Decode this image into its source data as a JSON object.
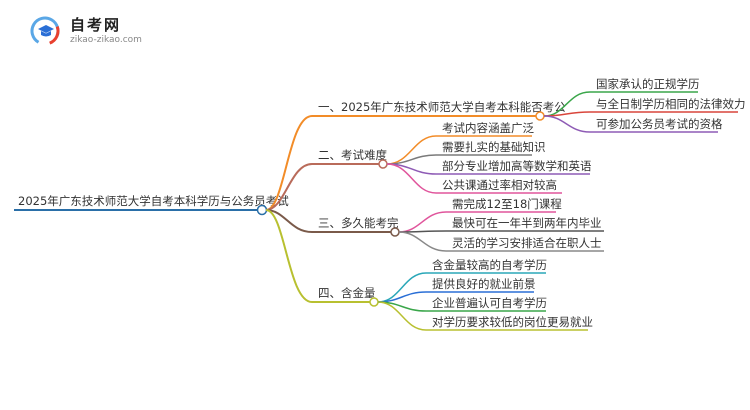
{
  "logo": {
    "title": "自考网",
    "url": "zikao-zikao.com",
    "colors": {
      "blue": "#2a6fd6",
      "light_blue": "#5aa7e6",
      "red": "#e8402f"
    }
  },
  "mindmap": {
    "root": "2025年广东技术师范大学自考本科学历与公务员考试",
    "branches": [
      {
        "label": "一、2025年广东技术师范大学自考本科能否考公",
        "color": "#f28c28",
        "children": [
          {
            "label": "国家承认的正规学历",
            "color": "#3aa64a"
          },
          {
            "label": "与全日制学历相同的法律效力",
            "color": "#d9453b"
          },
          {
            "label": "可参加公务员考试的资格",
            "color": "#8e5bb5"
          }
        ]
      },
      {
        "label": "二、考试难度",
        "color": "#b96b5a",
        "children": [
          {
            "label": "考试内容涵盖广泛",
            "color": "#f28c28"
          },
          {
            "label": "需要扎实的基础知识",
            "color": "#7a7a7a"
          },
          {
            "label": "部分专业增加高等数学和英语",
            "color": "#8e5bb5"
          },
          {
            "label": "公共课通过率相对较高",
            "color": "#e0559c"
          }
        ]
      },
      {
        "label": "三、多久能考完",
        "color": "#7a5a4a",
        "children": [
          {
            "label": "需完成12至18门课程",
            "color": "#e0559c"
          },
          {
            "label": "最快可在一年半到两年内毕业",
            "color": "#555555"
          },
          {
            "label": "灵活的学习安排适合在职人士",
            "color": "#888888"
          }
        ]
      },
      {
        "label": "四、含金量",
        "color": "#b8c030",
        "children": [
          {
            "label": "含金量较高的自考学历",
            "color": "#2aa7b8"
          },
          {
            "label": "提供良好的就业前景",
            "color": "#2a6fd6"
          },
          {
            "label": "企业普遍认可自考学历",
            "color": "#3aa64a"
          },
          {
            "label": "对学历要求较低的岗位更易就业",
            "color": "#b8c030"
          }
        ]
      }
    ],
    "root_color": "#2a6fa8"
  }
}
